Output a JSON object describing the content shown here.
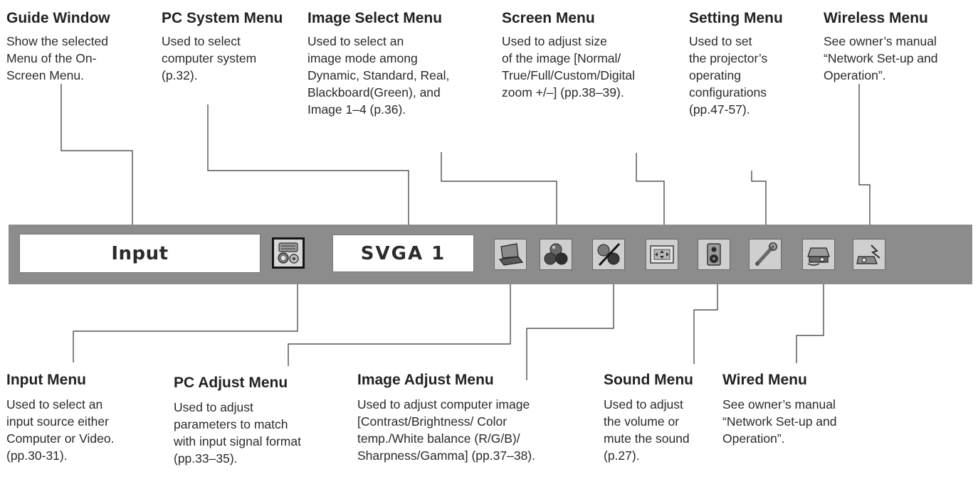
{
  "callouts_top": [
    {
      "id": "guide-window",
      "title": "Guide Window",
      "lines": [
        "Show the selected",
        "Menu of the On-",
        "Screen Menu."
      ]
    },
    {
      "id": "pc-system-menu",
      "title": "PC System Menu",
      "lines": [
        "Used to select",
        "computer system",
        "(p.32)."
      ]
    },
    {
      "id": "image-select-menu",
      "title": "Image Select Menu",
      "lines": [
        "Used to select an",
        "image mode among",
        "Dynamic, Standard, Real,",
        "Blackboard(Green), and",
        "Image 1–4 (p.36)."
      ]
    },
    {
      "id": "screen-menu",
      "title": "Screen Menu",
      "lines": [
        "Used to adjust size",
        "of the image [Normal/",
        "True/Full/Custom/Digital",
        "zoom +/–] (pp.38–39)."
      ]
    },
    {
      "id": "setting-menu",
      "title": "Setting Menu",
      "lines": [
        "Used to set",
        "the projector’s",
        "operating",
        "configurations",
        "(pp.47-57)."
      ]
    },
    {
      "id": "wireless-menu",
      "title": "Wireless Menu",
      "lines": [
        "See owner’s manual",
        "“Network Set-up and",
        "Operation”."
      ]
    }
  ],
  "callouts_bottom": [
    {
      "id": "input-menu",
      "title": "Input Menu",
      "lines": [
        "Used to select an",
        "input source either",
        "Computer or Video.",
        "(pp.30-31)."
      ]
    },
    {
      "id": "pc-adjust-menu",
      "title": "PC Adjust Menu",
      "lines": [
        "Used to adjust",
        "parameters to match",
        "with input signal format",
        "(pp.33–35)."
      ]
    },
    {
      "id": "image-adjust-menu",
      "title": "Image Adjust Menu",
      "lines": [
        "Used to adjust computer image",
        "[Contrast/Brightness/ Color",
        "temp./White balance (R/G/B)/",
        "Sharpness/Gamma] (pp.37–38)."
      ]
    },
    {
      "id": "sound-menu",
      "title": "Sound Menu",
      "lines": [
        "Used to adjust",
        "the volume or",
        "mute the sound",
        "(p.27)."
      ]
    },
    {
      "id": "wired-menu",
      "title": "Wired Menu",
      "lines": [
        "See owner’s manual",
        "“Network Set-up and",
        "Operation”."
      ]
    }
  ],
  "menubar": {
    "guide_text": "Input",
    "system_text": "SVGA 1",
    "icons": [
      {
        "id": "input",
        "icon": "input-source-icon",
        "selected": true
      },
      {
        "id": "pc-adjust",
        "icon": "laptop-icon",
        "selected": false
      },
      {
        "id": "image-select",
        "icon": "rgb-balls-icon",
        "selected": false
      },
      {
        "id": "image-adjust",
        "icon": "image-adjust-icon",
        "selected": false
      },
      {
        "id": "screen",
        "icon": "screen-size-icon",
        "selected": false
      },
      {
        "id": "sound",
        "icon": "speaker-icon",
        "selected": false
      },
      {
        "id": "setting",
        "icon": "wrench-icon",
        "selected": false
      },
      {
        "id": "wired",
        "icon": "wired-network-icon",
        "selected": false
      },
      {
        "id": "wireless",
        "icon": "wireless-network-icon",
        "selected": false
      }
    ]
  },
  "colors": {
    "bar": "#8c8c8c",
    "text": "#2a2a2a",
    "line": "#333333"
  }
}
